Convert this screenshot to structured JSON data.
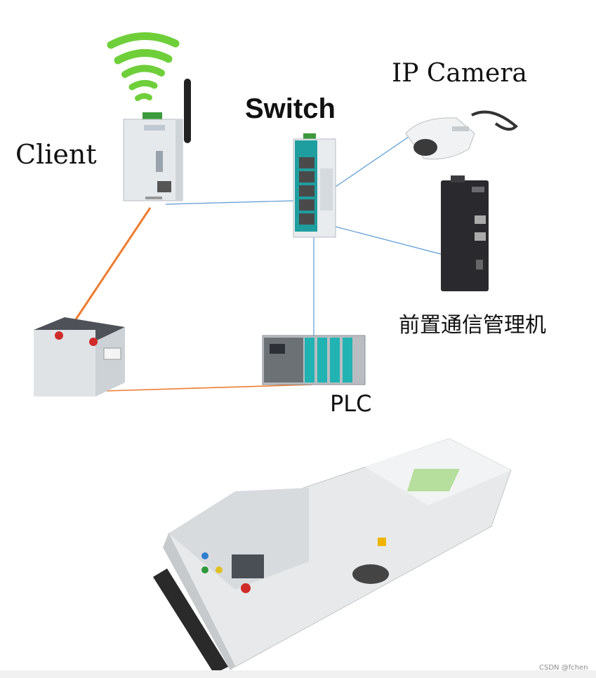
{
  "labels": {
    "client": "Client",
    "switch": "Switch",
    "ip_camera": "IP Camera",
    "gateway": "前置通信管理机",
    "plc": "PLC"
  },
  "watermark": "CSDN @fchen",
  "icons": {
    "client": "wireless-access-point-icon",
    "switch": "ethernet-switch-icon",
    "camera": "dome-camera-icon",
    "gateway": "embedded-computer-icon",
    "plc": "plc-module-icon",
    "battery": "battery-pack-icon",
    "agv": "agv-vehicle-icon"
  },
  "colors": {
    "ethernet_link": "#5b9bd5",
    "power_link": "#ed7d31",
    "wifi": "#6fcf3a"
  }
}
